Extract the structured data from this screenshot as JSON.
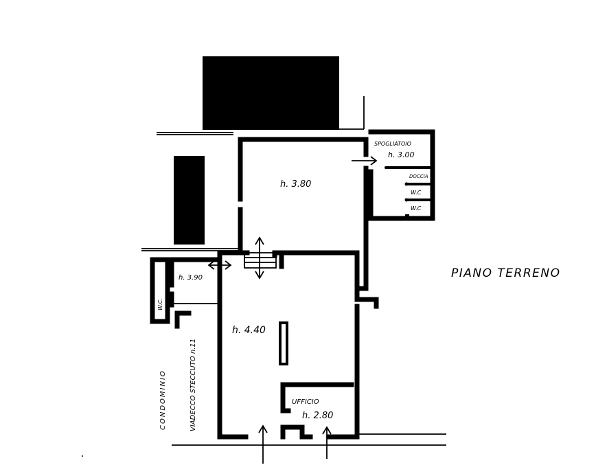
{
  "floor_title": "PIANO TERRENO",
  "rooms": {
    "upper_hall_height": "h. 3.80",
    "spogliatoio_label": "SPOGLIATOIO",
    "spogliatoio_height": "h. 3.00",
    "doccia_label": "DOCCIA",
    "wc_1": "W.C",
    "wc_2": "W.C",
    "small_room_height": "h. 3.90",
    "side_wc": "W.C.",
    "main_hall_height": "h. 4.40",
    "ufficio_label": "UFFICIO",
    "ufficio_height": "h. 2.80"
  },
  "street_labels": {
    "condominio": "CONDOMINIO",
    "viadecco": "VIADECCO STECCUTO n.11"
  },
  "colors": {
    "ink": "#000000",
    "paper": "#ffffff"
  }
}
